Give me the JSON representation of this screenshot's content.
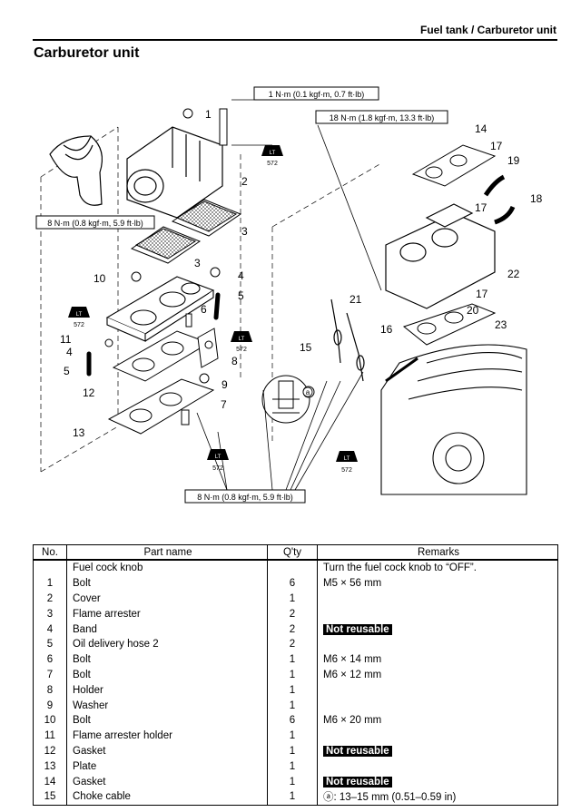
{
  "header": {
    "title": "Fuel tank / Carburetor unit"
  },
  "section": {
    "title": "Carburetor unit"
  },
  "diagram": {
    "torque_callouts": [
      "1 N·m (0.1 kgf·m, 0.7 ft·lb)",
      "18 N·m (1.8 kgf·m, 13.3 ft·lb)",
      "8 N·m (0.8 kgf·m, 5.9 ft·lb)",
      "8 N·m (0.8 kgf·m, 5.9 ft·lb)"
    ],
    "loctite_label": "572",
    "loctite_icon_text": "LT",
    "circle_a": "a",
    "callouts": [
      "1",
      "2",
      "3",
      "3",
      "4",
      "4",
      "5",
      "5",
      "6",
      "7",
      "8",
      "9",
      "10",
      "11",
      "12",
      "13",
      "14",
      "15",
      "16",
      "17",
      "17",
      "17",
      "18",
      "19",
      "20",
      "21",
      "22",
      "23"
    ]
  },
  "table": {
    "headers": {
      "no": "No.",
      "name": "Part name",
      "qty": "Q'ty",
      "remarks": "Remarks"
    },
    "rows": [
      {
        "no": "",
        "name": "Fuel cock knob",
        "qty": "",
        "remark": "Turn the fuel cock knob to “OFF”.",
        "badge": ""
      },
      {
        "no": "1",
        "name": "Bolt",
        "qty": "6",
        "remark": "M5 × 56 mm",
        "badge": ""
      },
      {
        "no": "2",
        "name": "Cover",
        "qty": "1",
        "remark": "",
        "badge": ""
      },
      {
        "no": "3",
        "name": "Flame arrester",
        "qty": "2",
        "remark": "",
        "badge": ""
      },
      {
        "no": "4",
        "name": "Band",
        "qty": "2",
        "remark": "",
        "badge": "Not reusable"
      },
      {
        "no": "5",
        "name": "Oil delivery hose 2",
        "qty": "2",
        "remark": "",
        "badge": ""
      },
      {
        "no": "6",
        "name": "Bolt",
        "qty": "1",
        "remark": "M6 × 14 mm",
        "badge": ""
      },
      {
        "no": "7",
        "name": "Bolt",
        "qty": "1",
        "remark": "M6 × 12 mm",
        "badge": ""
      },
      {
        "no": "8",
        "name": "Holder",
        "qty": "1",
        "remark": "",
        "badge": ""
      },
      {
        "no": "9",
        "name": "Washer",
        "qty": "1",
        "remark": "",
        "badge": ""
      },
      {
        "no": "10",
        "name": "Bolt",
        "qty": "6",
        "remark": "M6 × 20 mm",
        "badge": ""
      },
      {
        "no": "11",
        "name": "Flame arrester holder",
        "qty": "1",
        "remark": "",
        "badge": ""
      },
      {
        "no": "12",
        "name": "Gasket",
        "qty": "1",
        "remark": "",
        "badge": "Not reusable"
      },
      {
        "no": "13",
        "name": "Plate",
        "qty": "1",
        "remark": "",
        "badge": ""
      },
      {
        "no": "14",
        "name": "Gasket",
        "qty": "1",
        "remark": "",
        "badge": "Not reusable"
      },
      {
        "no": "15",
        "name": "Choke cable",
        "qty": "1",
        "remark": "ⓐ: 13–15 mm (0.51–0.59 in)",
        "badge": ""
      }
    ]
  }
}
